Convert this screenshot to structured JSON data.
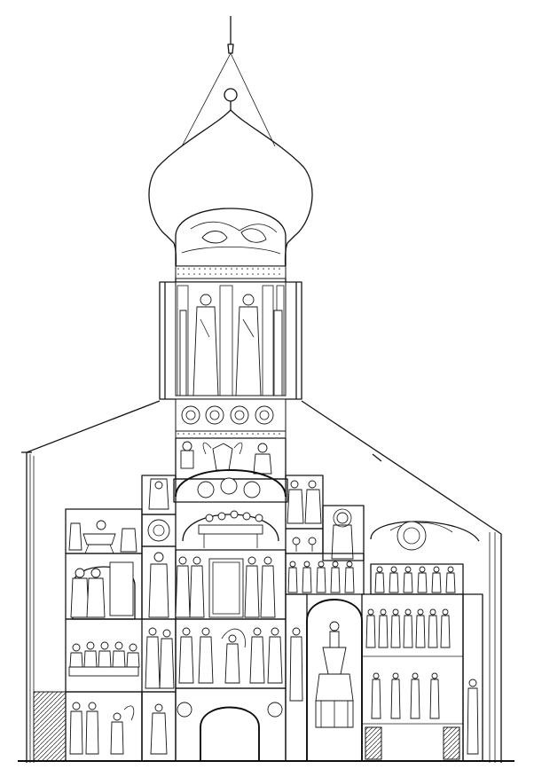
{
  "figure": {
    "kind": "architectural-cross-section",
    "subject": "church-interior-with-onion-dome",
    "style": "black-ink-line-drawing",
    "colors": {
      "ink": "#141414",
      "paper": "#ffffff"
    }
  }
}
